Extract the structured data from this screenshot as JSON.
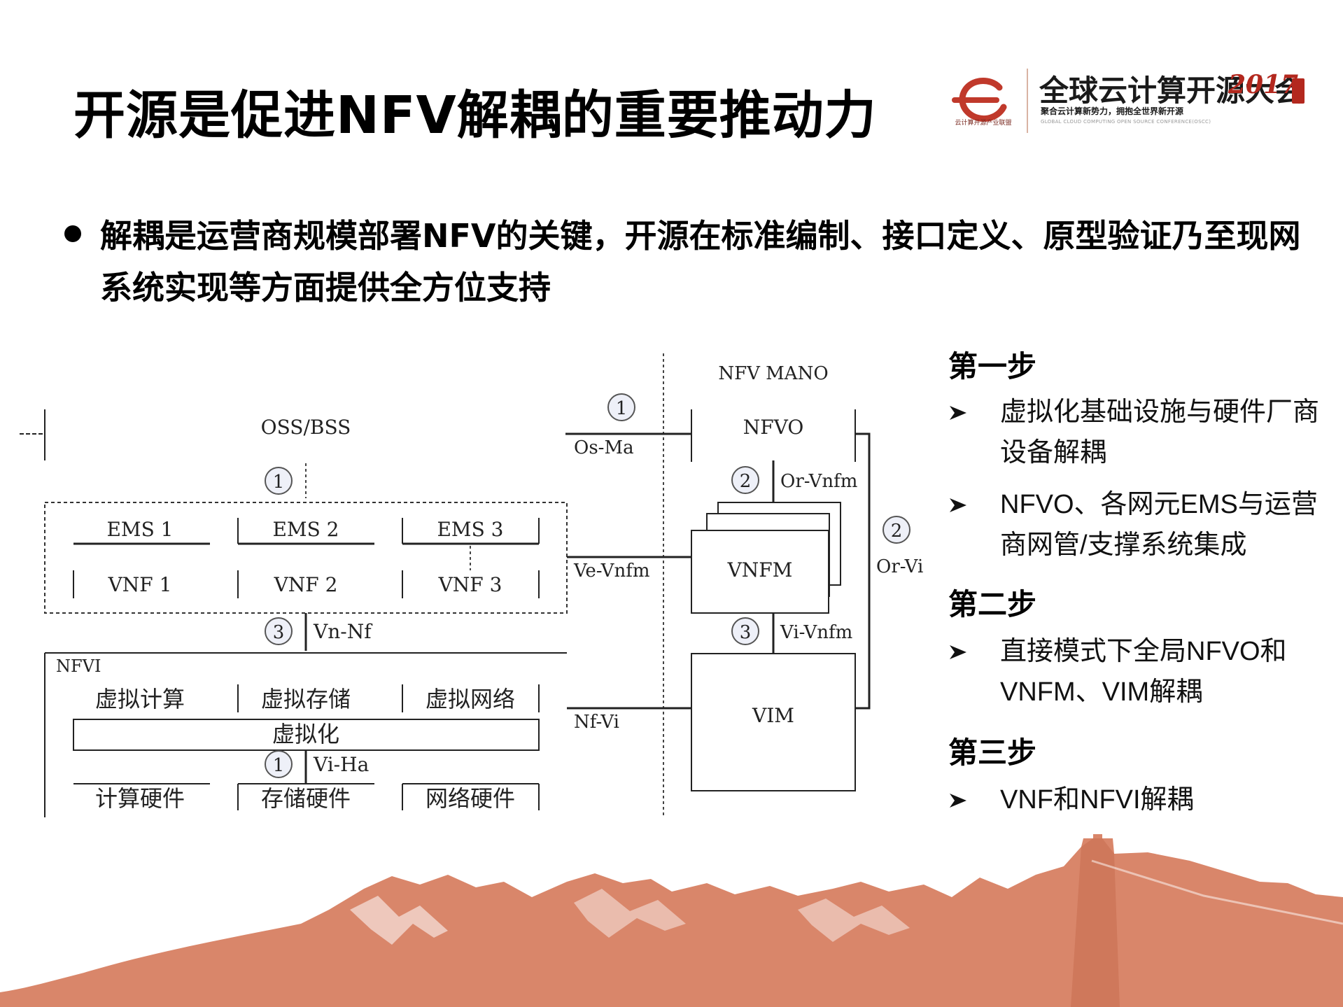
{
  "slide": {
    "title": "开源是促进NFV解耦的重要推动力",
    "bullet": "解耦是运营商规模部署NFV的关键，开源在标准编制、接口定义、原型验证乃至现网系统实现等方面提供全方位支持"
  },
  "logo": {
    "org_caption": "云计算开源产业联盟",
    "conference_name": "全球云计算开源大会",
    "year": "2017",
    "slogan": "聚合云计算新势力，拥抱全世界新开源",
    "subtitle_en": "GLOBAL CLOUD COMPUTING OPEN SOURCE CONFERENCE(OSCC)",
    "colors": {
      "accent": "#b3281e",
      "landscape": "#d9866a"
    }
  },
  "diagram": {
    "oss_bss": "OSS/BSS",
    "ems": [
      "EMS 1",
      "EMS 2",
      "EMS 3"
    ],
    "vnf": [
      "VNF 1",
      "VNF 2",
      "VNF 3"
    ],
    "nfvi_label": "NFVI",
    "virtual_resources": [
      "虚拟计算",
      "虚拟存储",
      "虚拟网络"
    ],
    "virtualization": "虚拟化",
    "hardware": [
      "计算硬件",
      "存储硬件",
      "网络硬件"
    ],
    "mano_label": "NFV MANO",
    "nfvo": "NFVO",
    "vnfm": "VNFM",
    "vim": "VIM",
    "interfaces": {
      "os_ma": "Os-Ma",
      "or_vnfm": "Or-Vnfm",
      "ve_vnfm": "Ve-Vnfm",
      "or_vi": "Or-Vi",
      "vn_nf": "Vn-Nf",
      "vi_vnfm": "Vi-Vnfm",
      "nf_vi": "Nf-Vi",
      "vi_ha": "Vi-Ha"
    },
    "step_markers": {
      "os_ma": "1",
      "oss_ems": "1",
      "or_vnfm": "2",
      "or_vi": "2",
      "vn_nf": "3",
      "vi_vnfm": "3",
      "vi_ha": "1"
    }
  },
  "steps": [
    {
      "heading": "第一步",
      "items": [
        "虚拟化基础设施与硬件厂商设备解耦",
        "NFVO、各网元EMS与运营商网管/支撑系统集成"
      ]
    },
    {
      "heading": "第二步",
      "items": [
        "直接模式下全局NFVO和VNFM、VIM解耦"
      ]
    },
    {
      "heading": "第三步",
      "items": [
        "VNF和NFVI解耦"
      ]
    }
  ]
}
